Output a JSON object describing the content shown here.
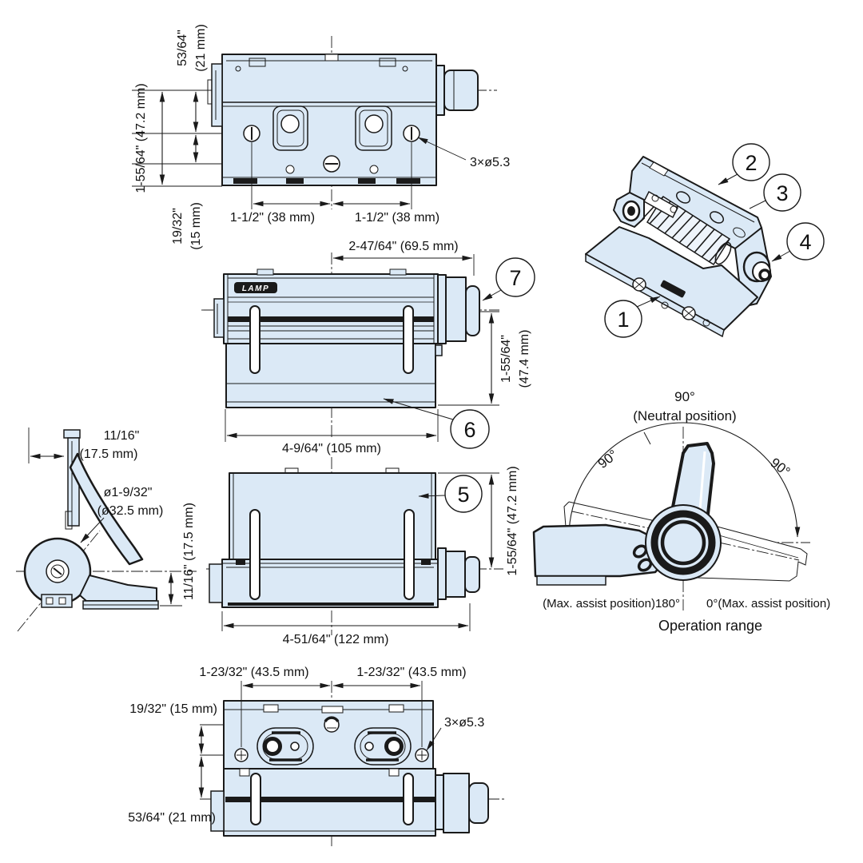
{
  "colors": {
    "part_fill": "#dbe9f6",
    "line": "#1a1a1a",
    "background": "#ffffff"
  },
  "views": {
    "top": {
      "height_total": "1-55/64\" (47.2 mm)",
      "flap_line1": "53/64\"",
      "flap_line2": "(21 mm)",
      "offset_line1": "19/32\"",
      "offset_line2": "(15 mm)",
      "span_left": "1-1/2\" (38 mm)",
      "span_right": "1-1/2\" (38 mm)",
      "hole_note": "3×ø5.3"
    },
    "front": {
      "width_top": "2-47/64\" (69.5 mm)",
      "height_line1": "1-55/64\"",
      "height_line2": "(47.4 mm)",
      "width_bottom": "4-9/64\" (105 mm)",
      "callout_body": "6",
      "callout_damper": "7",
      "logo": "LAMP"
    },
    "side": {
      "top_line1": "11/16\"",
      "top_line2": "(17.5 mm)",
      "dia_line1": "ø1-9/32\"",
      "dia_line2": "(ø32.5 mm)",
      "right_dim": "11/16\" (17.5 mm)"
    },
    "back": {
      "callout_flap": "5",
      "height_dim": "1-55/64\" (47.2 mm)",
      "width_dim": "4-51/64\" (122 mm)"
    },
    "iso": {
      "callouts": [
        "1",
        "2",
        "3",
        "4"
      ]
    },
    "operation": {
      "top_angle": "90°",
      "top_caption": "(Neutral position)",
      "left_angle": "90°",
      "right_angle": "90°",
      "bottom_left": "(Max. assist position)180°",
      "bottom_right": "0°(Max. assist position)",
      "caption": "Operation range"
    },
    "bottom": {
      "span_left": "1-23/32\" (43.5 mm)",
      "span_right": "1-23/32\" (43.5 mm)",
      "offset_top": "19/32\" (15 mm)",
      "offset_bottom": "53/64\" (21 mm)",
      "hole_note": "3×ø5.3"
    }
  }
}
